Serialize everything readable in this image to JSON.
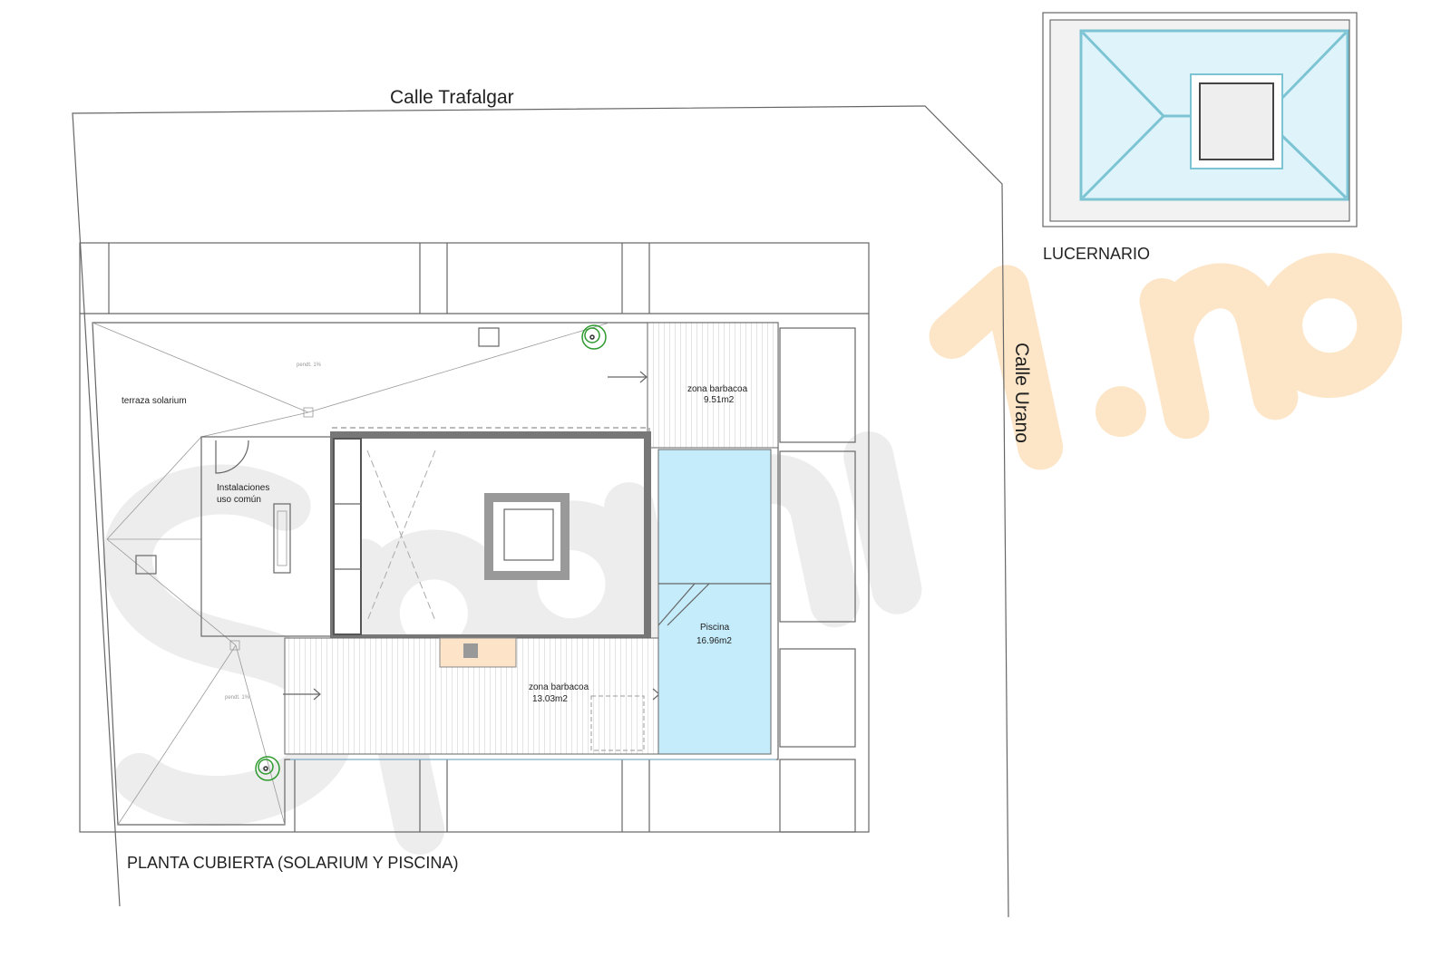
{
  "streets": {
    "north": "Calle Trafalgar",
    "east": "Calle Urano"
  },
  "plan_title": "PLANTA CUBIERTA (SOLARIUM Y PISCINA)",
  "skylight_title": "LUCERNARIO",
  "rooms": {
    "terrace": "terraza solarium",
    "installations_line1": "Instalaciones",
    "installations_line2": "uso común",
    "bbq_top_name": "zona barbacoa",
    "bbq_top_area": "9.51m2",
    "bbq_bottom_name": "zona barbacoa",
    "bbq_bottom_area": "13.03m2",
    "pool_name": "Piscina",
    "pool_area": "16.96m2"
  },
  "slope_labels": [
    "pendt. 1%",
    "pendt. 1%"
  ],
  "watermark": "spania1.no",
  "colors": {
    "pool": "#c5ecfb",
    "skylight": "#dff4fa",
    "skylight_line": "#7cc4d4",
    "bbq_counter": "#fde3c8",
    "walls": "#777777",
    "plants": "#2e9a2e",
    "watermark_grey": "#e8e8e8",
    "watermark_orange": "#fde6c8"
  }
}
